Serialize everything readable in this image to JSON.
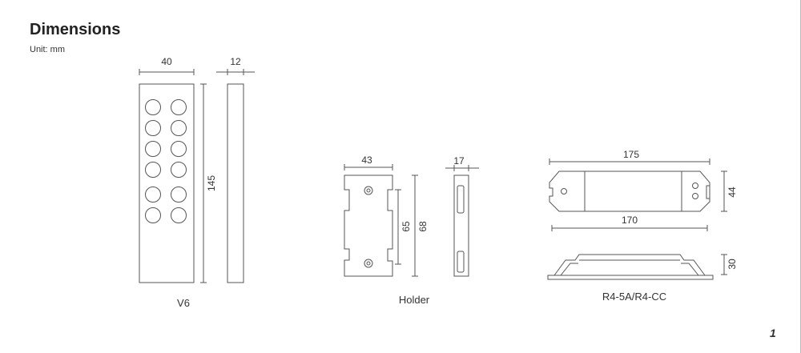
{
  "header": {
    "title": "Dimensions",
    "unit": "Unit: mm"
  },
  "page_number": "1",
  "figures": {
    "v6": {
      "caption": "V6",
      "width_label": "40",
      "height_label": "145",
      "thickness_label": "12"
    },
    "holder": {
      "caption": "Holder",
      "width_label": "43",
      "inner_height_label": "65",
      "height_label": "68",
      "thickness_label": "17"
    },
    "r4": {
      "caption": "R4-5A/R4-CC",
      "overall_length_label": "175",
      "body_length_label": "170",
      "width_label": "44",
      "height_label": "30"
    }
  },
  "colors": {
    "line": "#555555",
    "text": "#222222",
    "border": "#bbbbbb"
  }
}
